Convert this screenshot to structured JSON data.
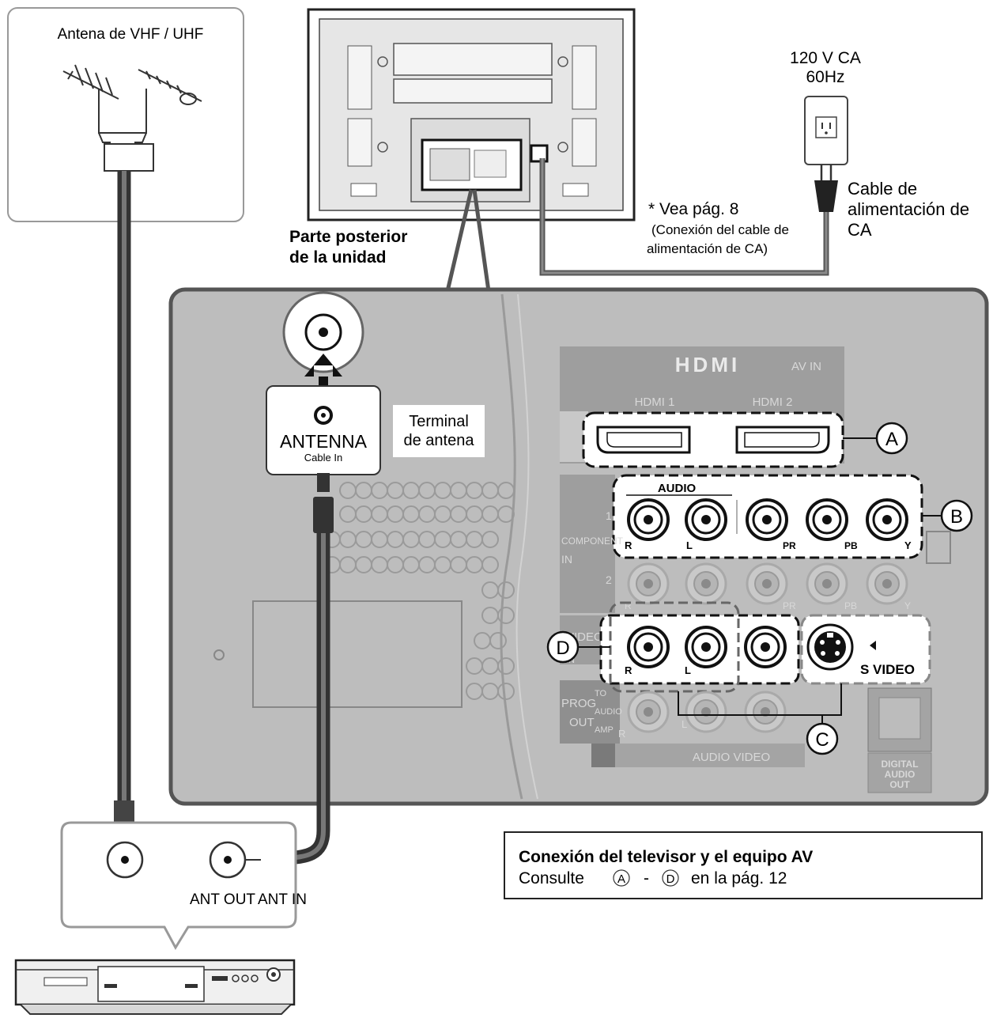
{
  "antenna": {
    "label": "Antena de VHF / UHF"
  },
  "tv_back": {
    "caption_line1": "Parte posterior",
    "caption_line2": "de la unidad"
  },
  "power": {
    "voltage": "120 V CA",
    "frequency": "60Hz",
    "cable_line1": "Cable de",
    "cable_line2": "alimentación de",
    "cable_line3": "CA",
    "see_page": "* Vea pág. 8",
    "see_note_line1": "(Conexión del cable de",
    "see_note_line2": "alimentación de CA)"
  },
  "antenna_terminal": {
    "name": "ANTENNA",
    "sub": "Cable In",
    "caption_line1": "Terminal",
    "caption_line2": "de antena"
  },
  "panel": {
    "hdmi_logo": "HDMI",
    "av_in": "AV IN",
    "hdmi1": "HDMI 1",
    "hdmi2": "HDMI 2",
    "audio": "AUDIO",
    "component_line1": "COMPONENT",
    "component_line2": "IN",
    "row1": "1",
    "row2": "2",
    "video": "VIDEO",
    "video_in": "IN",
    "prog_line1": "PROG",
    "prog_line2": "OUT",
    "to_line1": "TO",
    "to_line2": "AUDIO",
    "to_line3": "AMP",
    "audio_video": "AUDIO VIDEO",
    "s_video": "S VIDEO",
    "digital_line1": "DIGITAL",
    "digital_line2": "AUDIO",
    "digital_line3": "OUT",
    "jack_R": "R",
    "jack_L": "L",
    "jack_PR": "PR",
    "jack_PB": "PB",
    "jack_Y": "Y",
    "callout_a": "A",
    "callout_b": "B",
    "callout_c": "C",
    "callout_d": "D"
  },
  "vcr": {
    "ant_out": "ANT OUT",
    "ant_in": "ANT IN"
  },
  "note": {
    "title": "Conexión del televisor y el equipo AV",
    "text_prefix": "Consulte",
    "range_a": "A",
    "dash": "-",
    "range_d": "D",
    "text_suffix": "en la pág. 12"
  }
}
